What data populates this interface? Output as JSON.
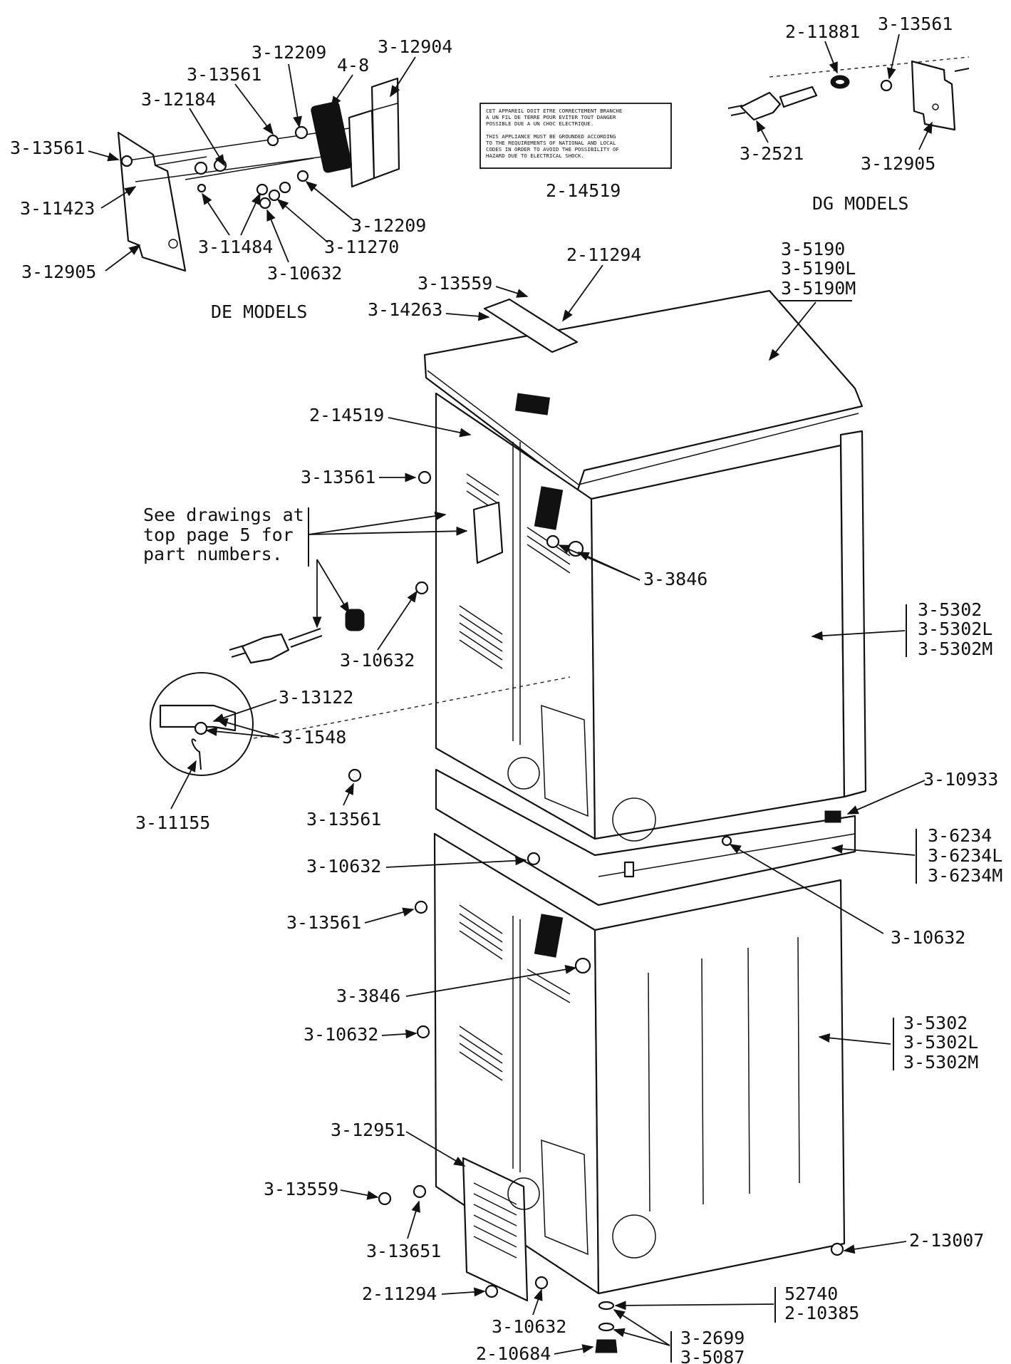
{
  "de_models": {
    "title": "DE MODELS",
    "parts": {
      "p_3_13561": "3-13561",
      "p_3_12184": "3-12184",
      "p_3_13561_b": "3-13561",
      "p_3_12209_a": "3-12209",
      "p_4_8": "4-8",
      "p_3_12904": "3-12904",
      "p_3_11423": "3-11423",
      "p_3_11484": "3-11484",
      "p_3_10632": "3-10632",
      "p_3_11270": "3-11270",
      "p_3_12209_b": "3-12209",
      "p_3_12905": "3-12905"
    }
  },
  "warning_label": {
    "part": "2-14519",
    "lines": [
      "CET APPAREIL DOIT ETRE CORRECTEMENT BRANCHE",
      "A UN FIL DE TERRE POUR EVITER TOUT DANGER",
      "POSSIBLE DUE A UN CHOC ELECTRIQUE.",
      "",
      "THIS APPLIANCE MUST BE GROUNDED ACCORDING",
      "TO THE REQUIREMENTS OF NATIONAL AND LOCAL",
      "CODES IN ORDER TO AVOID THE POSSIBILITY OF",
      "HAZARD DUE TO ELECTRICAL SHOCK."
    ]
  },
  "dg_models": {
    "title": "DG MODELS",
    "parts": {
      "p_2_11881": "2-11881",
      "p_3_13561": "3-13561",
      "p_3_2521": "3-2521",
      "p_3_12905": "3-12905"
    }
  },
  "main": {
    "note": [
      "See drawings at",
      "top page 5 for",
      "part numbers."
    ],
    "parts": {
      "p_2_11294_top": "2-11294",
      "p_3_13559_top": "3-13559",
      "p_3_14263": "3-14263",
      "p_3_5190": [
        "3-5190",
        "3-5190L",
        "3-5190M"
      ],
      "p_2_14519": "2-14519",
      "p_3_13561_a": "3-13561",
      "p_3_3846_top": "3-3846",
      "p_3_10632_a": "3-10632",
      "p_3_5302_top": [
        "3-5302",
        "3-5302L",
        "3-5302M"
      ],
      "p_3_13122": "3-13122",
      "p_3_1548": "3-1548",
      "p_3_11155": "3-11155",
      "p_3_13561_b": "3-13561",
      "p_3_10933": "3-10933",
      "p_3_6234": [
        "3-6234",
        "3-6234L",
        "3-6234M"
      ],
      "p_3_10632_b": "3-10632",
      "p_3_10632_c": "3-10632",
      "p_3_13561_c": "3-13561",
      "p_3_3846_bot": "3-3846",
      "p_3_10632_d": "3-10632",
      "p_3_5302_bot": [
        "3-5302",
        "3-5302L",
        "3-5302M"
      ],
      "p_3_12951": "3-12951",
      "p_3_13559_bot": "3-13559",
      "p_3_13651": "3-13651",
      "p_2_13007": "2-13007",
      "p_2_11294_bot": "2-11294",
      "p_3_10632_e": "3-10632",
      "p_52740": [
        "52740",
        "2-10385"
      ],
      "p_3_2699": [
        "3-2699",
        "3-5087"
      ],
      "p_2_10684": "2-10684"
    }
  }
}
